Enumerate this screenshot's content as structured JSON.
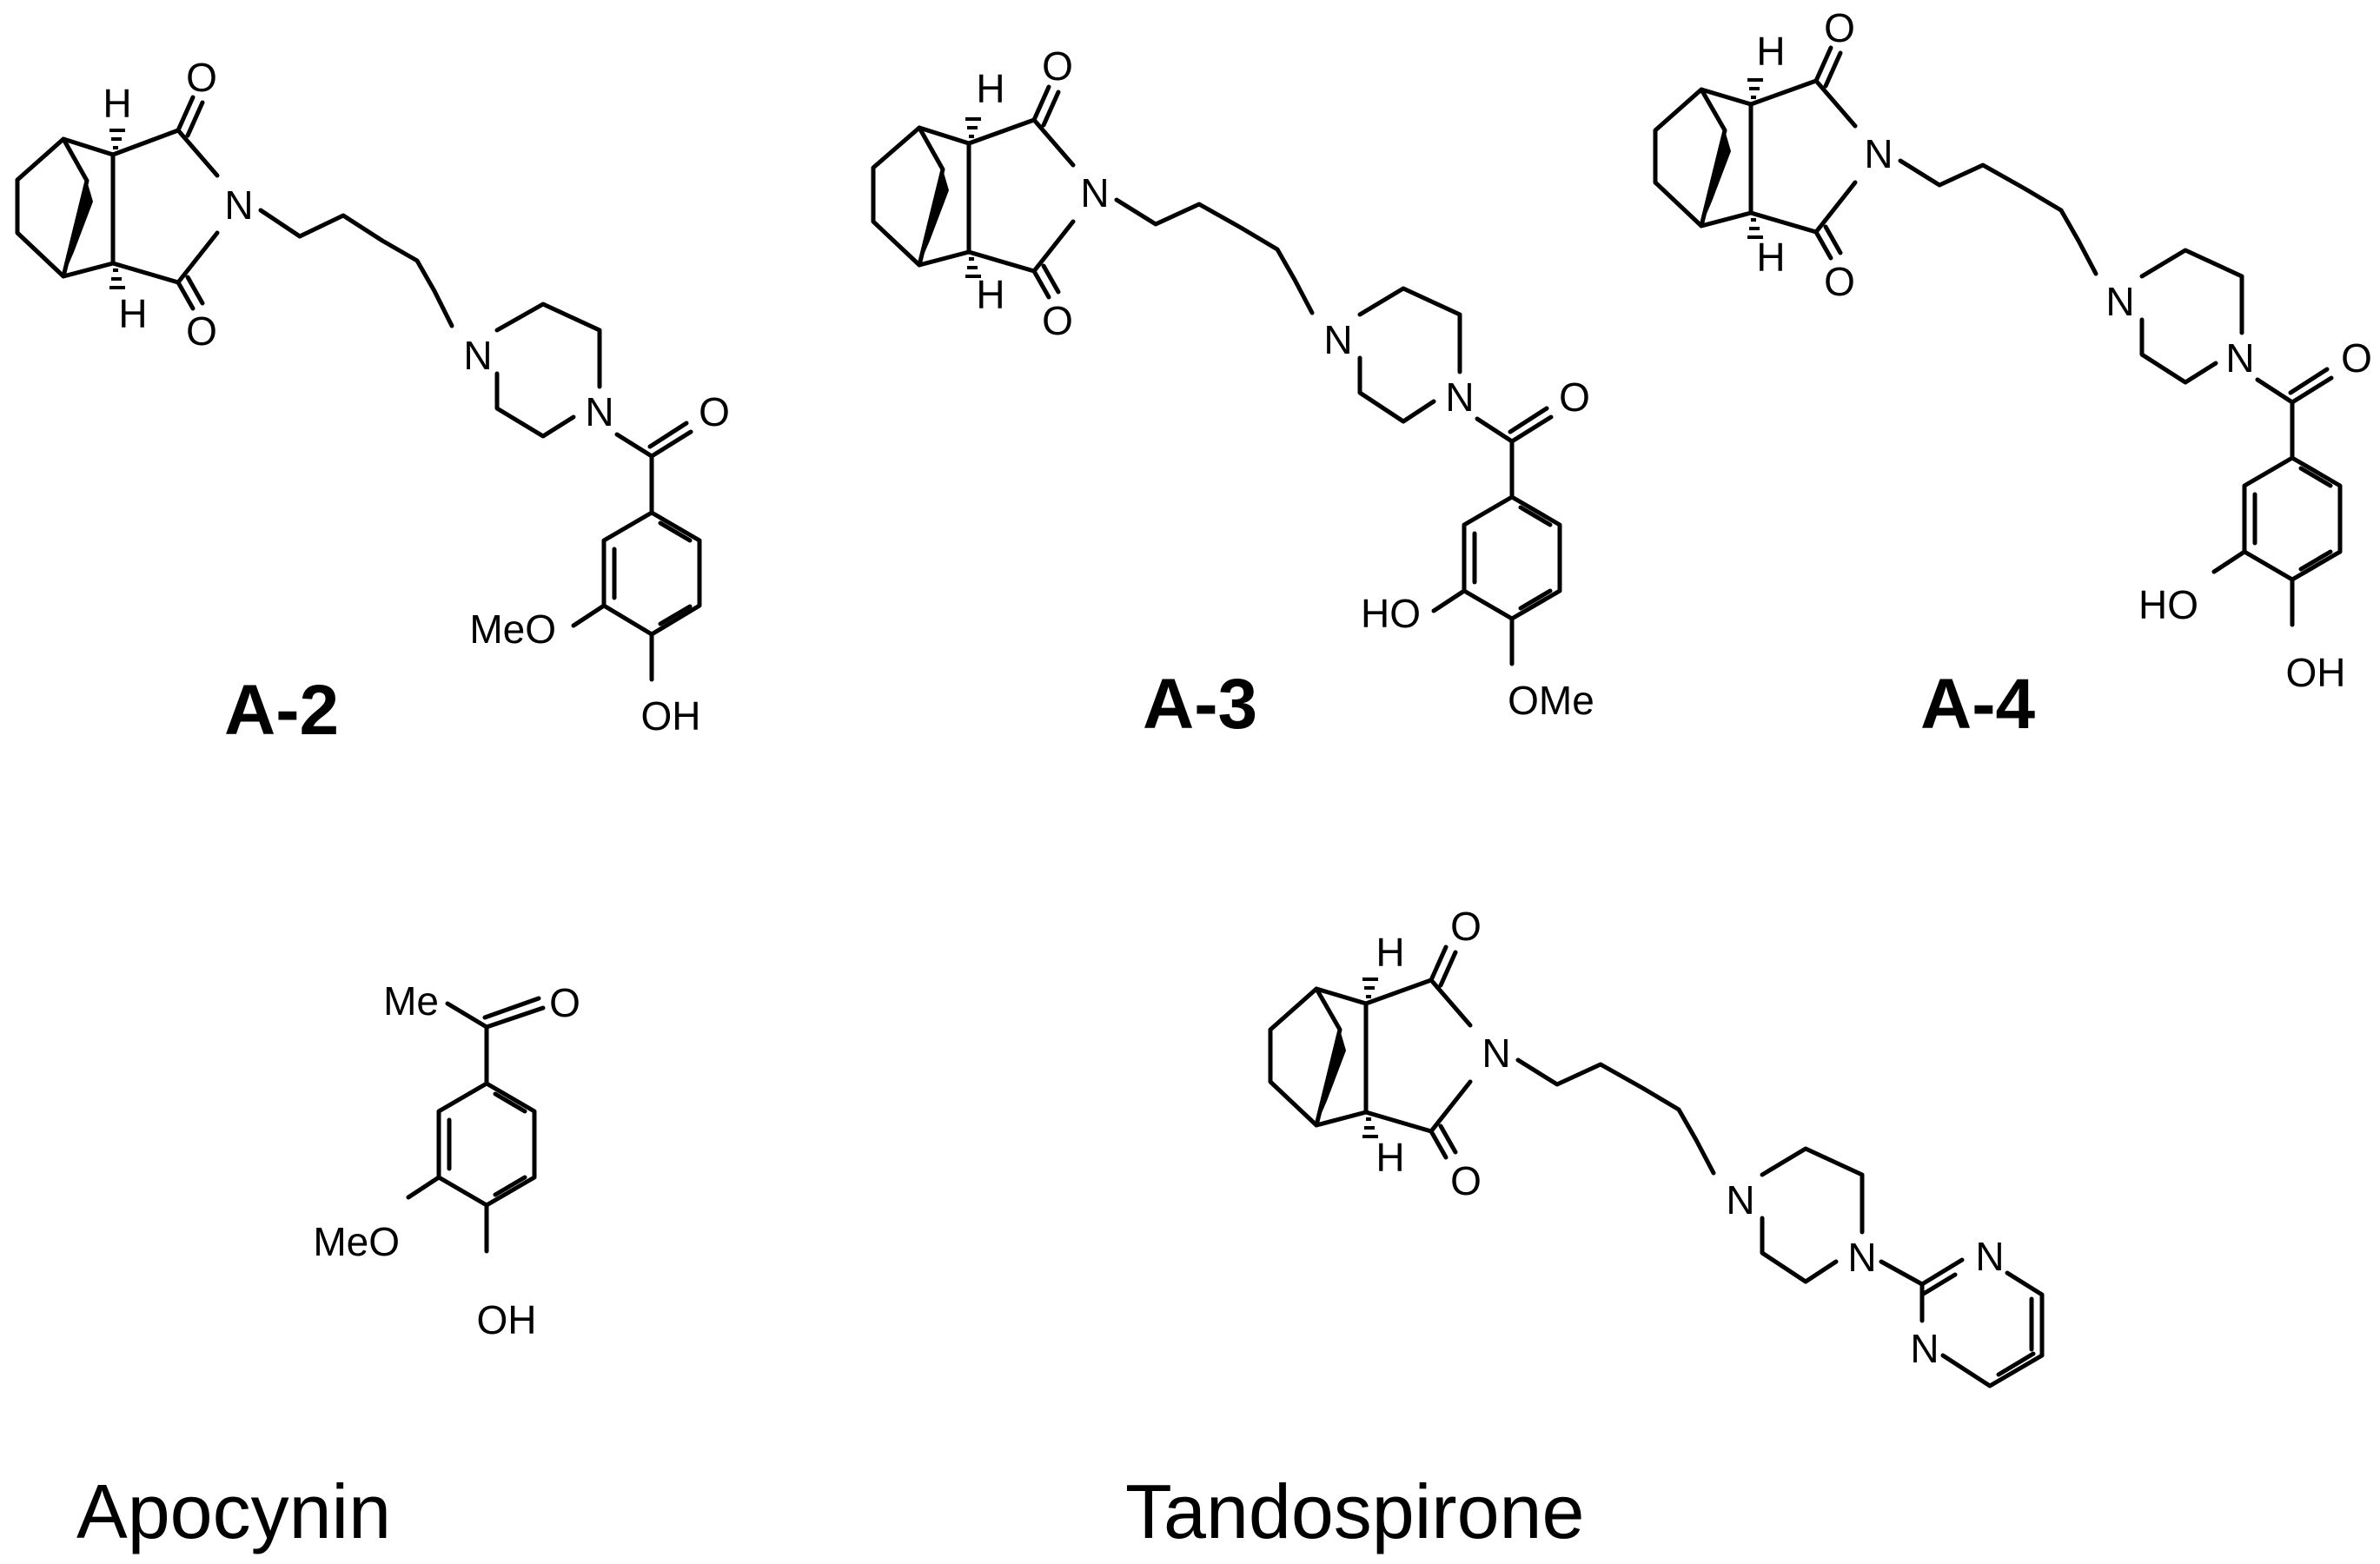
{
  "figure": {
    "compounds": [
      {
        "id": "A-2",
        "label": "A-2",
        "atoms": {
          "n_imide": "N",
          "h_top": "H",
          "h_bot": "H",
          "o_top": "O",
          "o_bot": "O",
          "n_pip1": "N",
          "n_pip2": "N",
          "o_amide": "O",
          "sub_3": "MeO",
          "sub_4": "OH"
        }
      },
      {
        "id": "A-3",
        "label": "A-3",
        "atoms": {
          "n_imide": "N",
          "h_top": "H",
          "h_bot": "H",
          "o_top": "O",
          "o_bot": "O",
          "n_pip1": "N",
          "n_pip2": "N",
          "o_amide": "O",
          "sub_3": "HO",
          "sub_4": "OMe"
        }
      },
      {
        "id": "A-4",
        "label": "A-4",
        "atoms": {
          "n_imide": "N",
          "h_top": "H",
          "h_bot": "H",
          "o_top": "O",
          "o_bot": "O",
          "n_pip1": "N",
          "n_pip2": "N",
          "o_amide": "O",
          "sub_3": "HO",
          "sub_4": "OH"
        }
      },
      {
        "id": "apocynin",
        "label": "Apocynin",
        "atoms": {
          "me": "Me",
          "o_ketone": "O",
          "sub_3": "MeO",
          "sub_4": "OH"
        }
      },
      {
        "id": "tandospirone",
        "label": "Tandospirone",
        "atoms": {
          "n_imide": "N",
          "h_top": "H",
          "h_bot": "H",
          "o_top": "O",
          "o_bot": "O",
          "n_pip1": "N",
          "n_pip2": "N",
          "n_pyr1": "N",
          "n_pyr2": "N"
        }
      }
    ]
  }
}
